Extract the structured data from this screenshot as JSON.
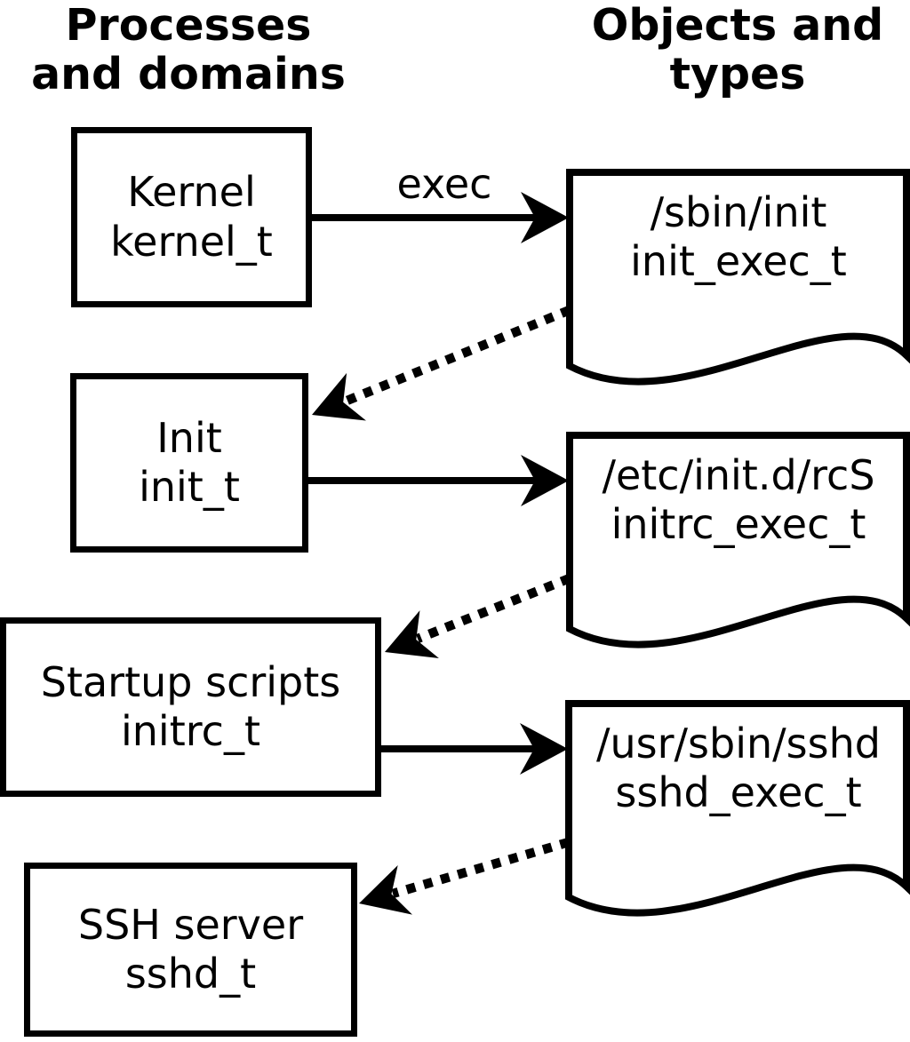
{
  "page": {
    "colors": {
      "foreground": "#000000",
      "background": "#ffffff"
    }
  },
  "diagram": {
    "column_headers": {
      "left": "Processes\nand domains",
      "right": "Objects and\ntypes"
    },
    "process_nodes": {
      "kernel": {
        "label": "Kernel",
        "type": "kernel_t"
      },
      "init": {
        "label": "Init",
        "type": "init_t"
      },
      "startup_scripts": {
        "label": "Startup scripts",
        "type": "initrc_t"
      },
      "ssh_server": {
        "label": "SSH server",
        "type": "sshd_t"
      }
    },
    "object_nodes": {
      "sbin_init": {
        "path": "/sbin/init",
        "type": "init_exec_t"
      },
      "etc_initd_rcs": {
        "path": "/etc/init.d/rcS",
        "type": "initrc_exec_t"
      },
      "usr_sbin_sshd": {
        "path": "/usr/sbin/sshd",
        "type": "sshd_exec_t"
      }
    },
    "edge_labels": {
      "exec": "exec"
    }
  }
}
